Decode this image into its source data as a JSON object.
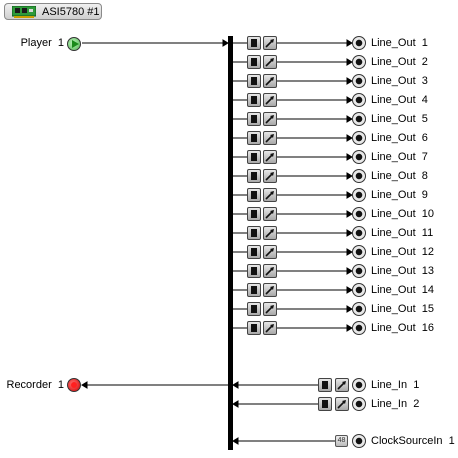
{
  "adapter": {
    "title": "ASI5780 #1",
    "icon": "audio-card-icon"
  },
  "player": {
    "label": "Player",
    "index": "1",
    "icon": "play-icon"
  },
  "recorder": {
    "label": "Recorder",
    "index": "1",
    "icon": "record-icon"
  },
  "line_outs": [
    {
      "label": "Line_Out",
      "index": "1"
    },
    {
      "label": "Line_Out",
      "index": "2"
    },
    {
      "label": "Line_Out",
      "index": "3"
    },
    {
      "label": "Line_Out",
      "index": "4"
    },
    {
      "label": "Line_Out",
      "index": "5"
    },
    {
      "label": "Line_Out",
      "index": "6"
    },
    {
      "label": "Line_Out",
      "index": "7"
    },
    {
      "label": "Line_Out",
      "index": "8"
    },
    {
      "label": "Line_Out",
      "index": "9"
    },
    {
      "label": "Line_Out",
      "index": "10"
    },
    {
      "label": "Line_Out",
      "index": "11"
    },
    {
      "label": "Line_Out",
      "index": "12"
    },
    {
      "label": "Line_Out",
      "index": "13"
    },
    {
      "label": "Line_Out",
      "index": "14"
    },
    {
      "label": "Line_Out",
      "index": "15"
    },
    {
      "label": "Line_Out",
      "index": "16"
    }
  ],
  "line_ins": [
    {
      "label": "Line_In",
      "index": "1"
    },
    {
      "label": "Line_In",
      "index": "2"
    }
  ],
  "clock": {
    "label": "ClockSourceIn",
    "index": "1",
    "rate_badge": "48"
  },
  "colors": {
    "bus": "#000000",
    "player": "#56b856",
    "recorder": "#d00000"
  }
}
